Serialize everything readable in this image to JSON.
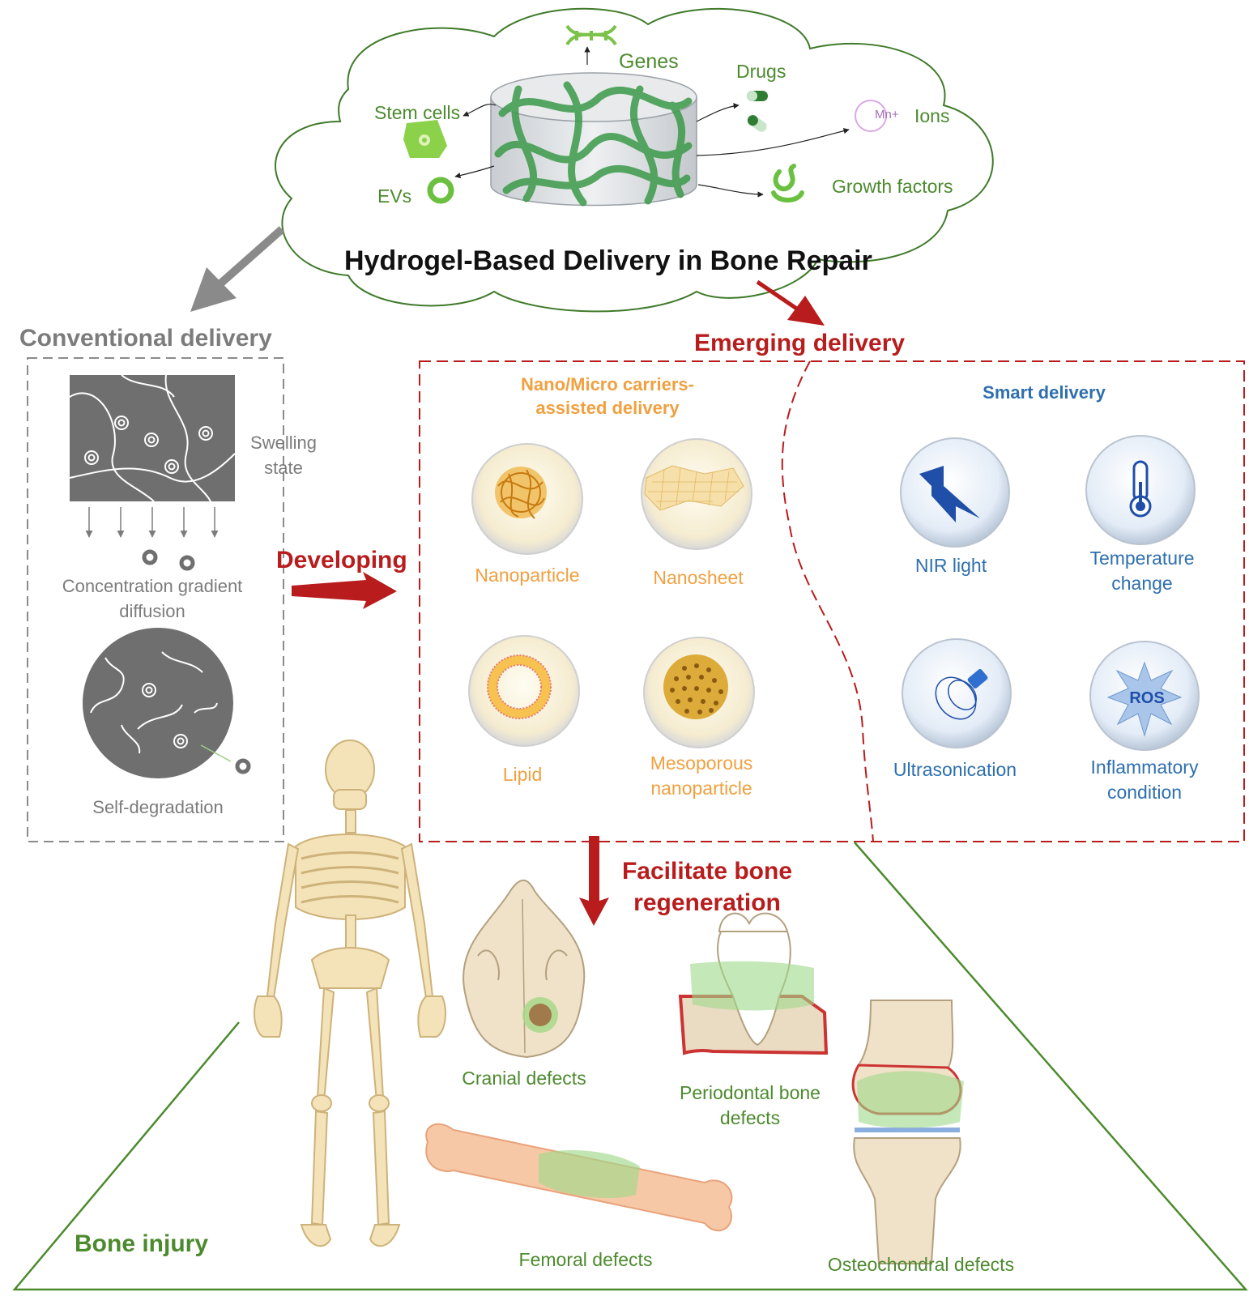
{
  "cloud": {
    "title": "Hydrogel-Based Delivery in Bone Repair",
    "genes": "Genes",
    "drugs": "Drugs",
    "stem_cells": "Stem cells",
    "ions": "Ions",
    "ion_symbol": "Mn+",
    "evs": "EVs",
    "growth_factors": "Growth factors"
  },
  "conventional": {
    "title": "Conventional delivery",
    "swelling": [
      "Swelling",
      "state"
    ],
    "gradient": [
      "Concentration gradient",
      "diffusion"
    ],
    "degradation": "Self-degradation"
  },
  "developing": "Developing",
  "emerging": {
    "title": "Emerging delivery",
    "nano_title": [
      "Nano/Micro carriers-",
      "assisted delivery"
    ],
    "smart_title": "Smart delivery",
    "nano_items": {
      "nanoparticle": [
        "Nanoparticle"
      ],
      "nanosheet": [
        "Nanosheet"
      ],
      "lipid": [
        "Lipid"
      ],
      "mesoporous": [
        "Mesoporous",
        "nanoparticle"
      ]
    },
    "smart_items": {
      "nir": [
        "NIR light"
      ],
      "temperature": [
        "Temperature",
        "change"
      ],
      "ultrasonication": [
        "Ultrasonication"
      ],
      "inflammatory": [
        "Inflammatory",
        "condition"
      ],
      "ros_label": "ROS"
    }
  },
  "facilitate": [
    "Facilitate bone",
    "regeneration"
  ],
  "bone_injury": {
    "title": "Bone injury",
    "cranial": "Cranial defects",
    "periodontal": [
      "Periodontal bone",
      "defects"
    ],
    "femoral": "Femoral defects",
    "osteochondral": "Osteochondral defects"
  },
  "colors": {
    "green": "#4c8a2e",
    "red": "#b81c1c",
    "orange": "#f0a040",
    "blue": "#2e6fae",
    "grey": "#7c7c7c"
  }
}
